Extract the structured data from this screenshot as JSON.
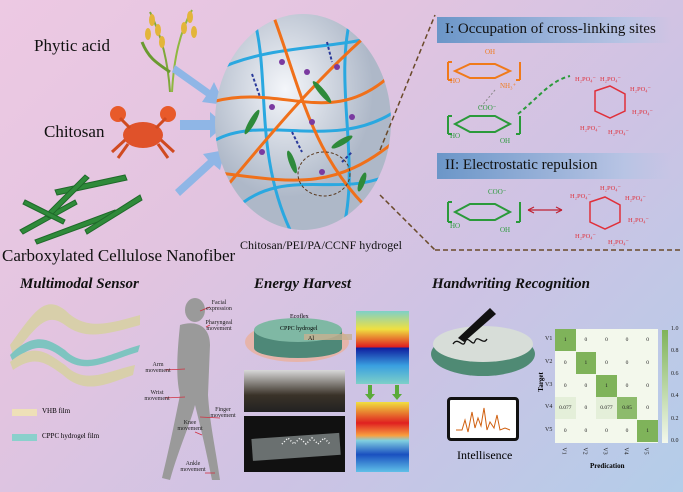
{
  "materials": {
    "phytic_acid": "Phytic acid",
    "chitosan": "Chitosan",
    "ccnf": "Carboxylated Cellulose Nanofiber"
  },
  "hydrogel_caption": "Chitosan/PEI/PA/CCNF hydrogel",
  "mechanisms": {
    "one": {
      "title": "I: Occupation of cross-linking sites",
      "oh": "OH",
      "ho": "HO",
      "nh3": "NH₃⁺",
      "coo": "COO⁻",
      "group": "H₂PO₄⁻"
    },
    "two": {
      "title": "II: Electrostatic repulsion",
      "coo": "COO⁻",
      "ho": "HO",
      "oh": "OH",
      "group": "H₂PO₄⁻"
    }
  },
  "sections": {
    "sensor": {
      "title": "Multimodal Sensor",
      "legend": [
        "VHB film",
        "CPPC hydrogel film"
      ],
      "body_labels": [
        "Facial expression",
        "Pharyngeal movement",
        "Arm movement",
        "Wrist movement",
        "Finger movement",
        "Knee movement",
        "Ankle movement"
      ]
    },
    "energy": {
      "title": "Energy Harvest",
      "layers": [
        "Ecoflex",
        "CPPC hydrogel",
        "Al"
      ]
    },
    "handwriting": {
      "title": "Handwriting Recognition",
      "device_label": "Intellisence"
    }
  },
  "chart_data": {
    "type": "heatmap",
    "rows": [
      "V1",
      "V2",
      "V3",
      "V4",
      "V5"
    ],
    "cols": [
      "V1",
      "V2",
      "V3",
      "V4",
      "V5"
    ],
    "ylabel": "Target",
    "xlabel": "Predication",
    "values": [
      [
        1,
        0,
        0,
        0,
        0
      ],
      [
        0,
        1,
        0,
        0,
        0
      ],
      [
        0,
        0,
        1,
        0,
        0
      ],
      [
        0.077,
        0,
        0.077,
        0.85,
        0
      ],
      [
        0,
        0,
        0,
        0,
        1
      ]
    ],
    "colorbar_ticks": [
      "1.0",
      "0.8",
      "0.6",
      "0.4",
      "0.2",
      "0.0"
    ],
    "range": [
      0,
      1
    ]
  },
  "colors": {
    "chitosan": "#f07a1a",
    "ccnf": "#2a9a3a",
    "phytic": "#e0303a",
    "header": "#6b96c8",
    "cell_max": "#7fb35a",
    "cell_min": "#f3f8ec"
  }
}
